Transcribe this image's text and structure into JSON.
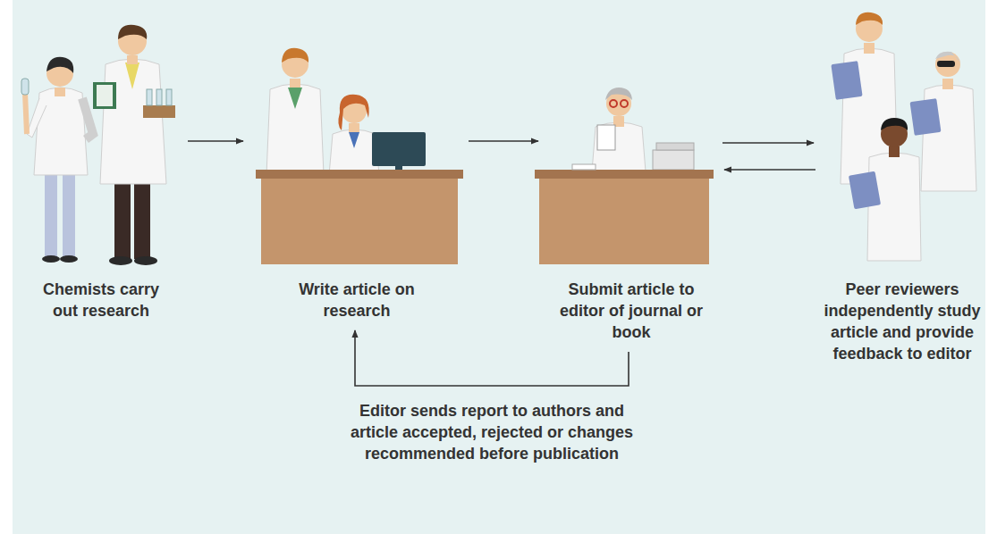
{
  "diagram": {
    "nodes": [
      {
        "text": [
          "Chemists carry out research"
        ]
      },
      {
        "text": [
          "Write article on research"
        ]
      },
      {
        "text": [
          "Submit article to editor of journal or book"
        ]
      },
      {
        "text": [
          "Peer reviewers independently study article and provide feedback to editor"
        ]
      }
    ],
    "edges": [
      {
        "from": 0,
        "to": 1,
        "arrow": "to"
      },
      {
        "from": 1,
        "to": 2,
        "arrow": "to"
      },
      {
        "from": 2,
        "to": 3,
        "arrow": "to"
      },
      {
        "from": 3,
        "to": 2,
        "arrow": "to"
      },
      {
        "from": 2,
        "to": 1,
        "arrow": "to",
        "label": "Editor sends report to authors and article accepted, rejected or changes recommended before publication"
      }
    ]
  }
}
